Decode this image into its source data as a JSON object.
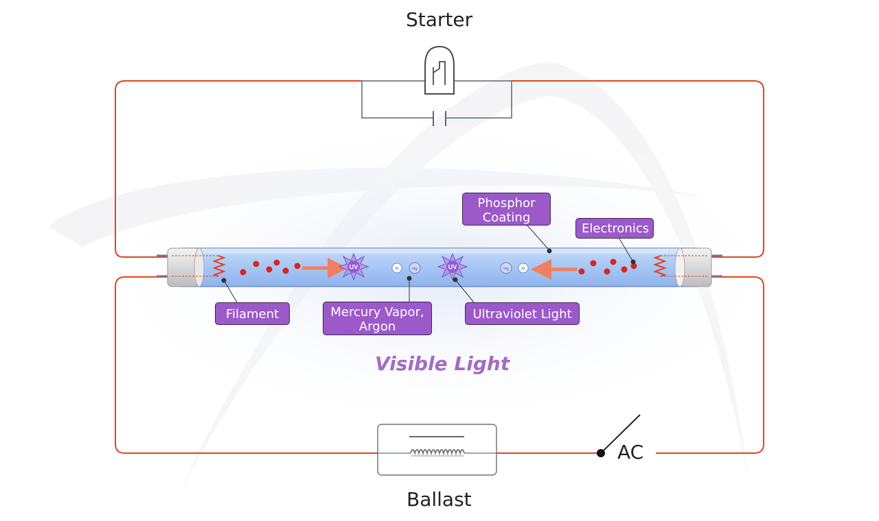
{
  "labels": {
    "starter": "Starter",
    "ballast": "Ballast",
    "ac": "AC",
    "visible_light": "Visible Light"
  },
  "callouts": {
    "phosphor_line1": "Phosphor",
    "phosphor_line2": "Coating",
    "electronics": "Electronics",
    "filament": "Filament",
    "mercury_line1": "Mercury Vapor,",
    "mercury_line2": "Argon",
    "ultraviolet": "Ultraviolet Light"
  },
  "icons": {
    "uv": "UV",
    "argon": "Ar",
    "mercury": "Hg"
  },
  "colors": {
    "wire": "#e0441e",
    "callout_fill": "#9b59c9",
    "tube": "#a9c8f5",
    "electron": "#d8261c",
    "visible_light_text": "#a46cc0"
  }
}
